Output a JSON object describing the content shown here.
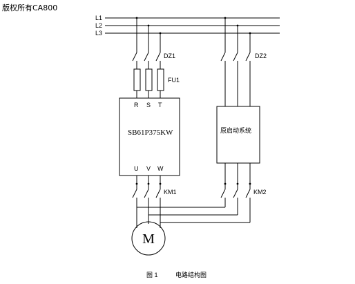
{
  "copyright": "版权所有CA800",
  "bus": [
    "L1",
    "L2",
    "L3"
  ],
  "breakers": {
    "left": "DZ1",
    "right": "DZ2"
  },
  "fuse": "FU1",
  "vfd": {
    "name": "SB61P375KW",
    "inputs": [
      "R",
      "S",
      "T"
    ],
    "outputs": [
      "U",
      "V",
      "W"
    ]
  },
  "starter": {
    "name": "原启动系统"
  },
  "contactors": {
    "left": "KM1",
    "right": "KM2"
  },
  "motor": {
    "symbol": "M"
  },
  "caption": {
    "figure": "图 1",
    "title": "电路结构图"
  }
}
